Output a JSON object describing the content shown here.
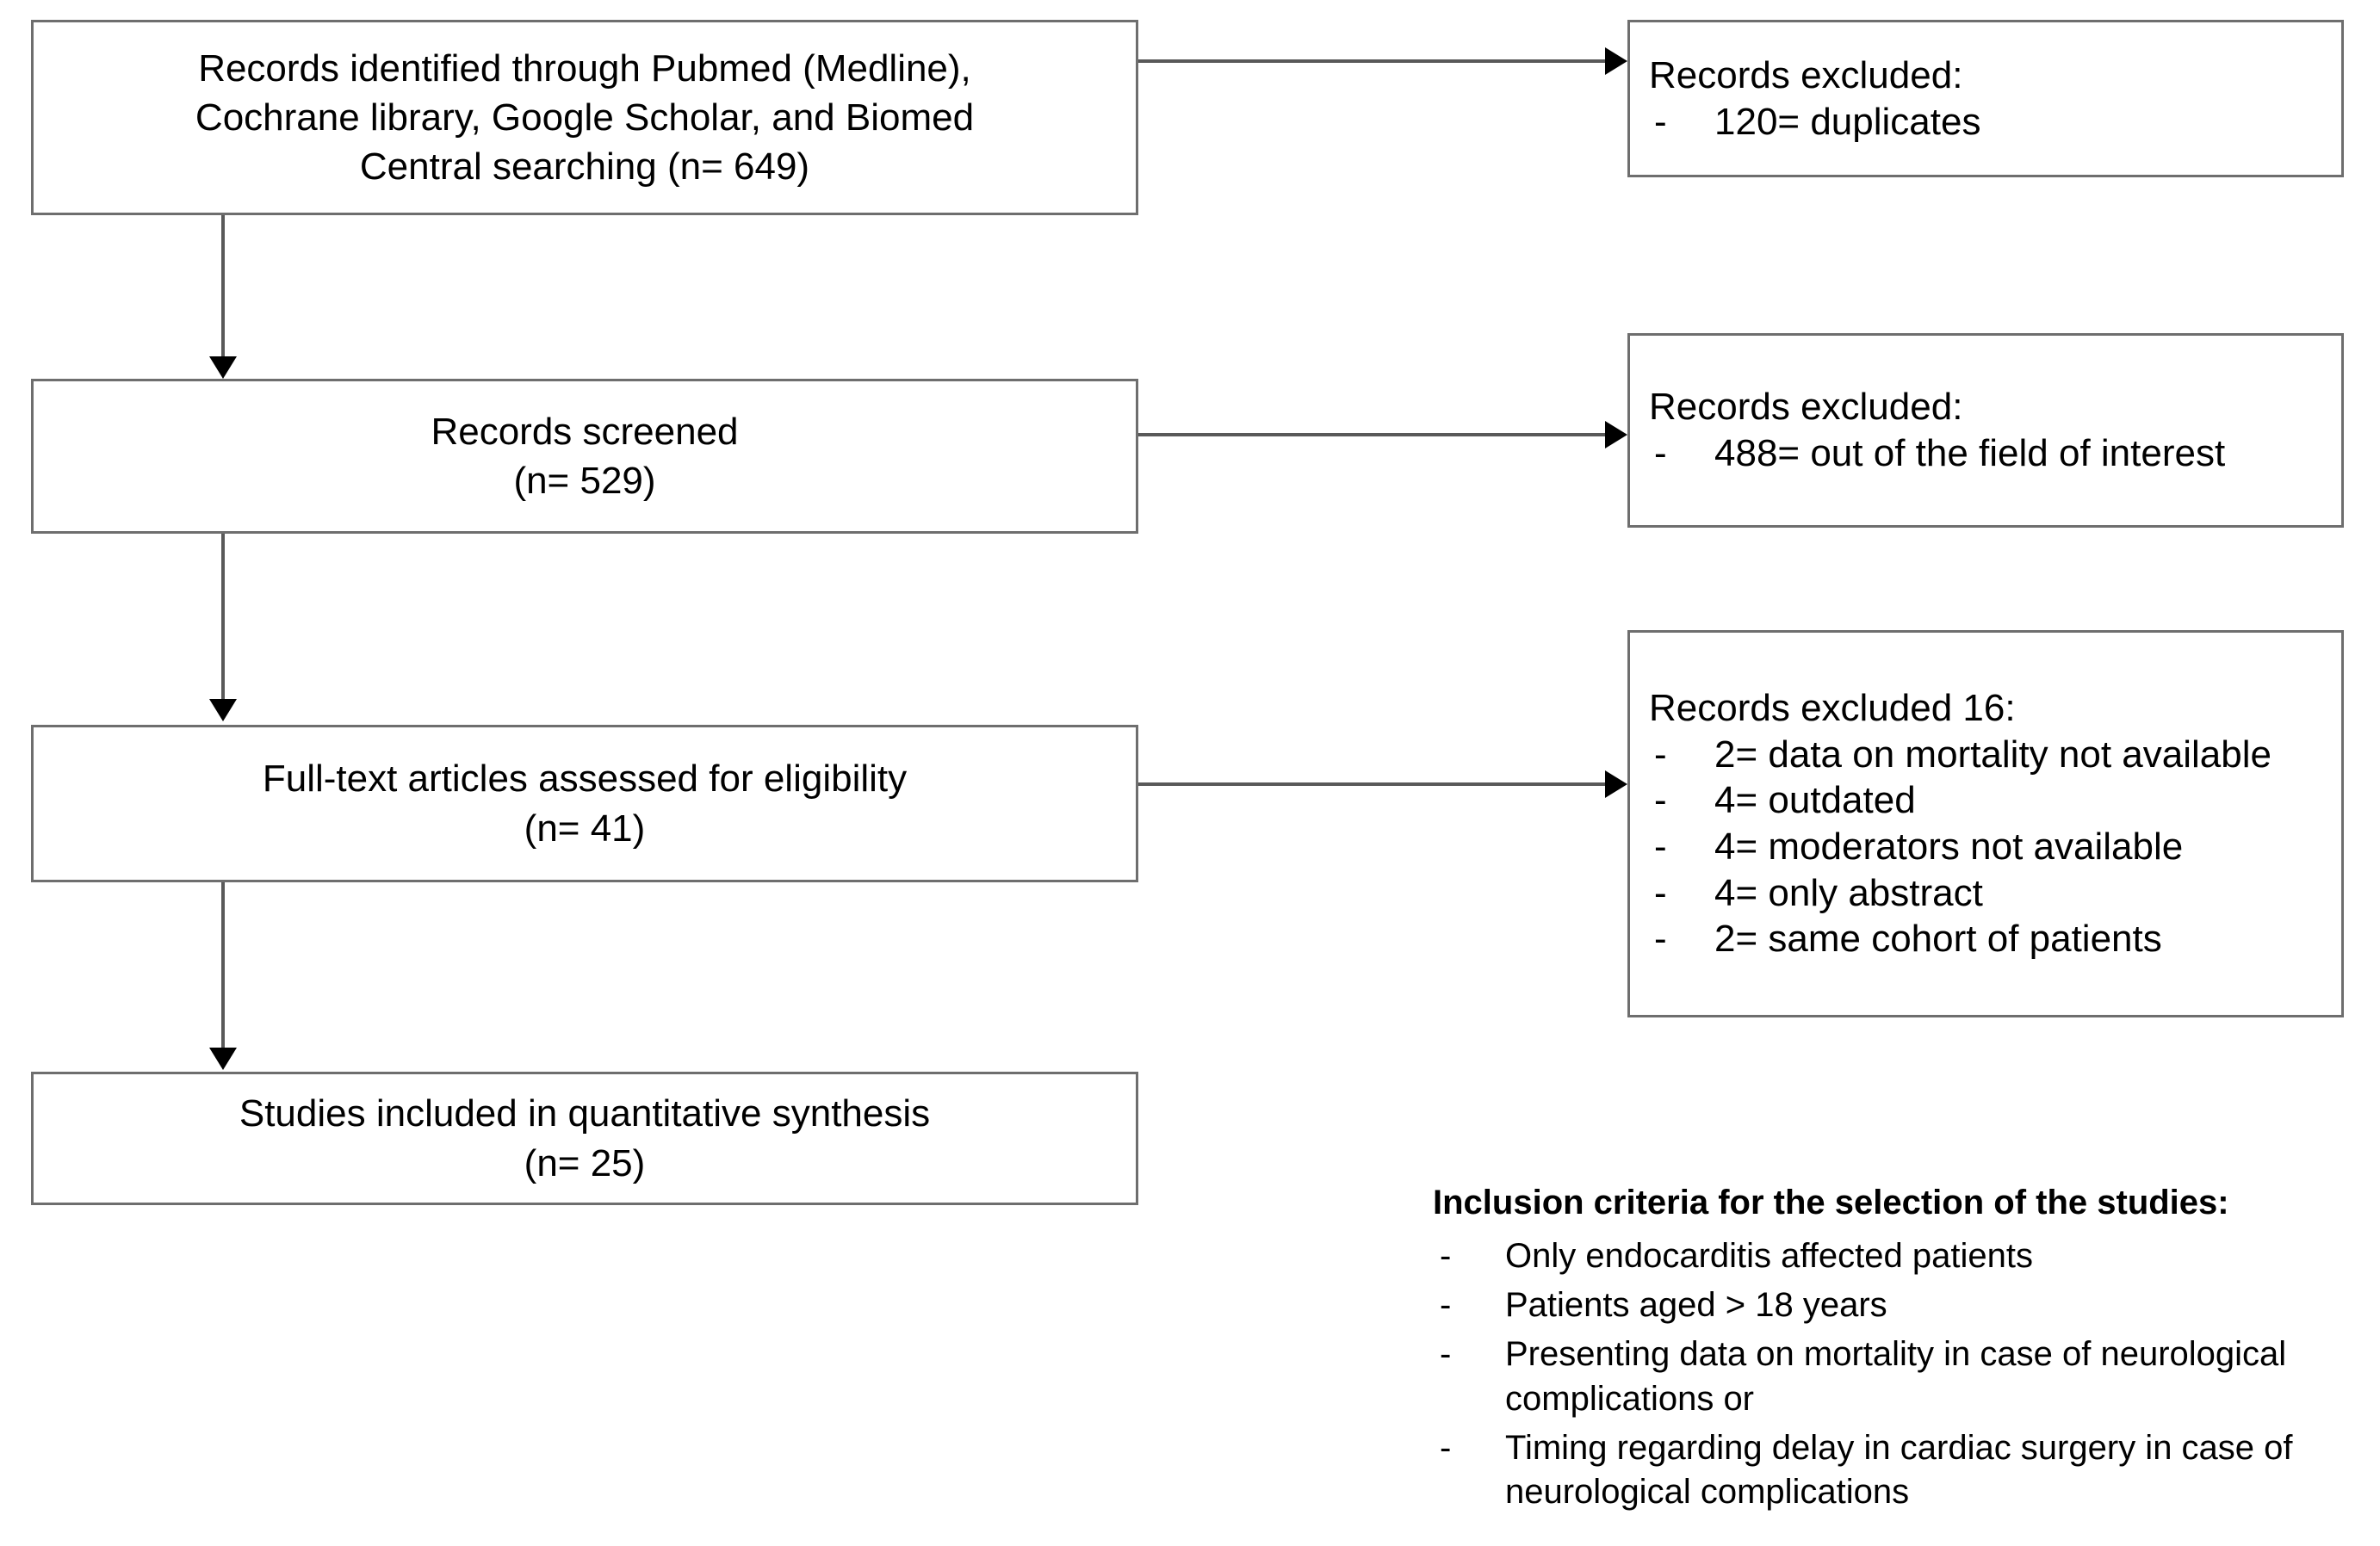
{
  "diagram": {
    "title": "PRISMA study selection flow diagram",
    "accent_color": "#6e6e6e",
    "line_color": "#595959",
    "arrow_color": "#000000",
    "background": "#ffffff"
  },
  "flow_boxes": [
    {
      "id": "identification",
      "text": "Records identified through Pubmed (Medline),\nCochrane library, Google Scholar, and Biomed\nCentral searching (n= 649)"
    },
    {
      "id": "screened",
      "text": "Records screened\n(n= 529)"
    },
    {
      "id": "eligibility",
      "text": "Full-text articles assessed for eligibility\n(n= 41)"
    },
    {
      "id": "included",
      "text": "Studies included in quantitative synthesis\n(n= 25)"
    }
  ],
  "exclusion_boxes": [
    {
      "id": "excluded-duplicates",
      "title": "Records excluded:",
      "items": [
        "120= duplicates"
      ]
    },
    {
      "id": "excluded-out-of-field",
      "title": "Records excluded:",
      "items": [
        "488= out of the field of interest"
      ]
    },
    {
      "id": "excluded-fulltext",
      "title": "Records excluded 16:",
      "items": [
        "2= data on mortality not available",
        "4= outdated",
        "4= moderators not available",
        "4= only abstract",
        "2= same cohort of patients"
      ]
    }
  ],
  "inclusion_criteria": {
    "heading": "Inclusion criteria for the selection of the studies:",
    "items": [
      "Only endocarditis affected patients",
      "Patients aged > 18 years",
      "Presenting data on mortality in case of neurological complications or",
      "Timing regarding delay in cardiac surgery in case of neurological complications"
    ]
  },
  "bullet_glyph": "-"
}
